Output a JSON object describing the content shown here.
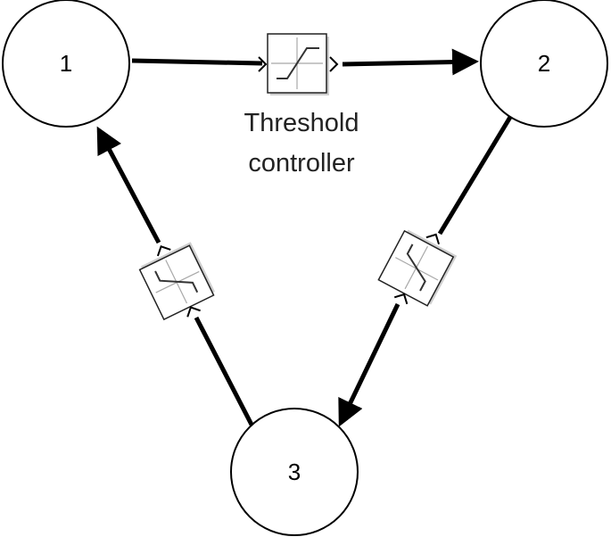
{
  "nodes": [
    {
      "id": "1",
      "label": "1"
    },
    {
      "id": "2",
      "label": "2"
    },
    {
      "id": "3",
      "label": "3"
    }
  ],
  "edges": [
    {
      "from": "1",
      "to": "2",
      "block": "threshold-controller"
    },
    {
      "from": "2",
      "to": "3",
      "block": "threshold-controller"
    },
    {
      "from": "3",
      "to": "1",
      "block": "threshold-controller"
    }
  ],
  "caption": {
    "line1": "Threshold",
    "line2": "controller"
  },
  "colors": {
    "stroke": "#000000",
    "block_axis": "#a8a8a8",
    "block_shadow": "#cfcfcf"
  },
  "icons": {
    "block": "saturation-block-icon",
    "arrow": "arrowhead"
  }
}
